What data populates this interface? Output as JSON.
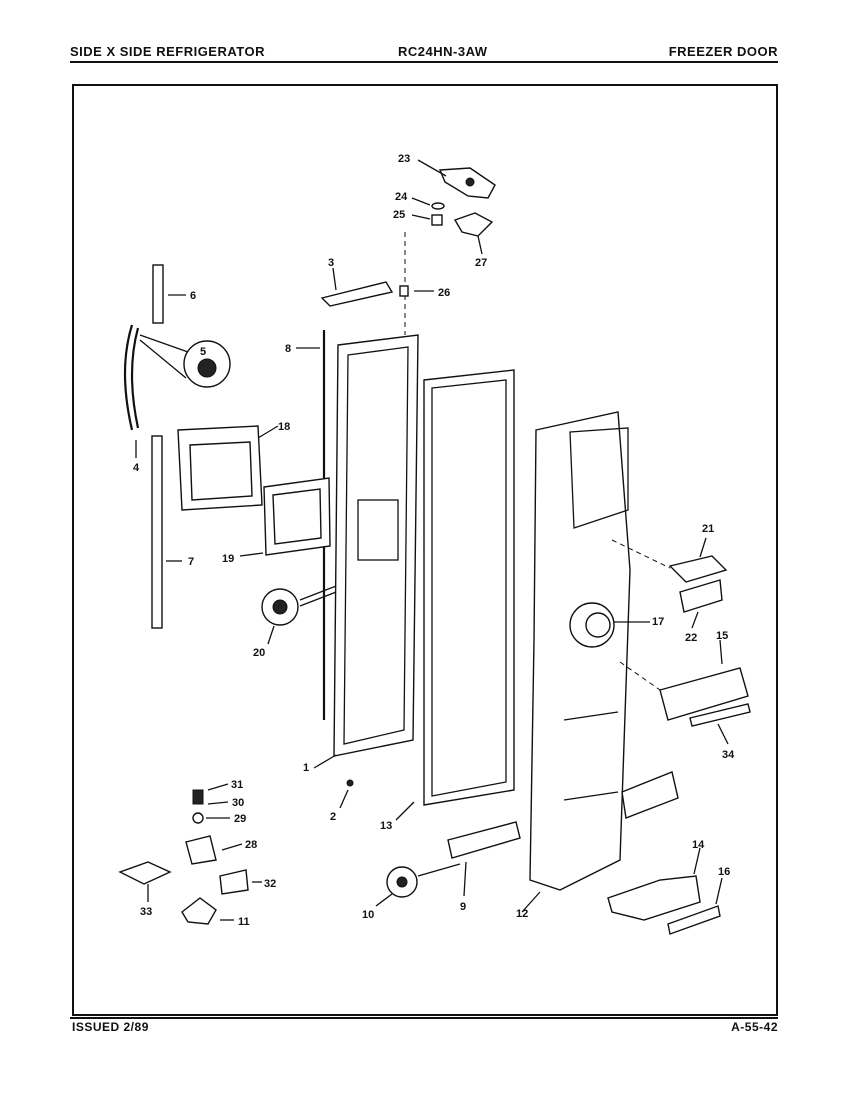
{
  "header": {
    "left": "SIDE X SIDE REFRIGERATOR",
    "center": "RC24HN-3AW",
    "right": "FREEZER DOOR"
  },
  "footer": {
    "left": "ISSUED 2/89",
    "right": "A-55-42"
  },
  "diagram": {
    "callouts": [
      "1",
      "2",
      "3",
      "4",
      "5",
      "6",
      "7",
      "8",
      "9",
      "10",
      "11",
      "12",
      "13",
      "14",
      "15",
      "16",
      "17",
      "18",
      "19",
      "20",
      "21",
      "22",
      "23",
      "24",
      "25",
      "26",
      "27",
      "28",
      "29",
      "30",
      "31",
      "32",
      "33",
      "34"
    ]
  }
}
